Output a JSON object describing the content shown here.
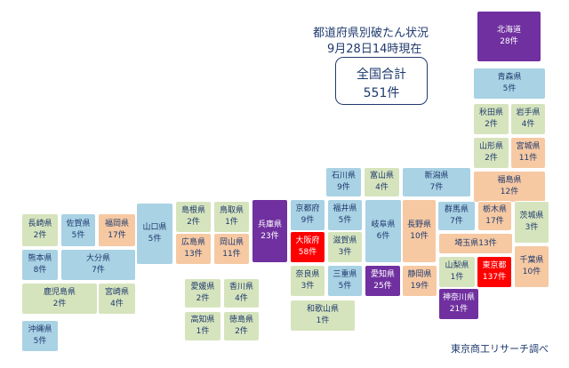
{
  "header": {
    "title_line1": "都道府県別破たん状況",
    "title_line2": "9月28日14時現在"
  },
  "total": {
    "label": "全国合計",
    "value": "551件"
  },
  "source": "東京商工リサーチ調べ",
  "colors": {
    "blue": "#a9d2e4",
    "green": "#d6e4bd",
    "orange": "#f6c9a3",
    "purple": "#7030a0",
    "red": "#ff0000"
  },
  "chart_data": {
    "type": "table",
    "unit": "件",
    "items": [
      {
        "name": "北海道",
        "count": 28,
        "label": "28件",
        "color": "purple"
      },
      {
        "name": "青森県",
        "count": 5,
        "label": "5件",
        "color": "blue"
      },
      {
        "name": "秋田県",
        "count": 2,
        "label": "2件",
        "color": "green"
      },
      {
        "name": "岩手県",
        "count": 4,
        "label": "4件",
        "color": "green"
      },
      {
        "name": "山形県",
        "count": 2,
        "label": "2件",
        "color": "green"
      },
      {
        "name": "宮城県",
        "count": 11,
        "label": "11件",
        "color": "orange"
      },
      {
        "name": "福島県",
        "count": 12,
        "label": "12件",
        "color": "orange"
      },
      {
        "name": "石川県",
        "count": 9,
        "label": "9件",
        "color": "blue"
      },
      {
        "name": "富山県",
        "count": 4,
        "label": "4件",
        "color": "green"
      },
      {
        "name": "新潟県",
        "count": 7,
        "label": "7件",
        "color": "blue"
      },
      {
        "name": "群馬県",
        "count": 7,
        "label": "7件",
        "color": "blue"
      },
      {
        "name": "栃木県",
        "count": 17,
        "label": "17件",
        "color": "orange"
      },
      {
        "name": "茨城県",
        "count": 3,
        "label": "3件",
        "color": "green"
      },
      {
        "name": "長崎県",
        "count": 2,
        "label": "2件",
        "color": "green"
      },
      {
        "name": "佐賀県",
        "count": 5,
        "label": "5件",
        "color": "blue"
      },
      {
        "name": "福岡県",
        "count": 17,
        "label": "17件",
        "color": "orange"
      },
      {
        "name": "山口県",
        "count": 5,
        "label": "5件",
        "color": "blue"
      },
      {
        "name": "島根県",
        "count": 2,
        "label": "2件",
        "color": "green"
      },
      {
        "name": "鳥取県",
        "count": 1,
        "label": "1件",
        "color": "green"
      },
      {
        "name": "兵庫県",
        "count": 23,
        "label": "23件",
        "color": "purple"
      },
      {
        "name": "京都府",
        "count": 9,
        "label": "9件",
        "color": "blue"
      },
      {
        "name": "福井県",
        "count": 5,
        "label": "5件",
        "color": "blue"
      },
      {
        "name": "岐阜県",
        "count": 6,
        "label": "6件",
        "color": "blue"
      },
      {
        "name": "長野県",
        "count": 10,
        "label": "10件",
        "color": "orange"
      },
      {
        "name": "埼玉県",
        "count": 13,
        "label": "埼玉県13件",
        "color": "orange"
      },
      {
        "name": "熊本県",
        "count": 8,
        "label": "8件",
        "color": "blue"
      },
      {
        "name": "大分県",
        "count": 7,
        "label": "7件",
        "color": "blue"
      },
      {
        "name": "広島県",
        "count": 13,
        "label": "13件",
        "color": "orange"
      },
      {
        "name": "岡山県",
        "count": 11,
        "label": "11件",
        "color": "orange"
      },
      {
        "name": "大阪府",
        "count": 58,
        "label": "58件",
        "color": "red"
      },
      {
        "name": "滋賀県",
        "count": 3,
        "label": "3件",
        "color": "green"
      },
      {
        "name": "山梨県",
        "count": 1,
        "label": "1件",
        "color": "green"
      },
      {
        "name": "東京都",
        "count": 137,
        "label": "137件",
        "color": "red"
      },
      {
        "name": "千葉県",
        "count": 10,
        "label": "10件",
        "color": "orange"
      },
      {
        "name": "鹿児島県",
        "count": 2,
        "label": "2件",
        "color": "green"
      },
      {
        "name": "宮崎県",
        "count": 4,
        "label": "4件",
        "color": "green"
      },
      {
        "name": "愛媛県",
        "count": 2,
        "label": "2件",
        "color": "green"
      },
      {
        "name": "香川県",
        "count": 4,
        "label": "4件",
        "color": "green"
      },
      {
        "name": "奈良県",
        "count": 3,
        "label": "3件",
        "color": "green"
      },
      {
        "name": "三重県",
        "count": 5,
        "label": "5件",
        "color": "blue"
      },
      {
        "name": "愛知県",
        "count": 25,
        "label": "25件",
        "color": "purple"
      },
      {
        "name": "静岡県",
        "count": 19,
        "label": "19件",
        "color": "orange"
      },
      {
        "name": "神奈川県",
        "count": 21,
        "label": "21件",
        "color": "purple"
      },
      {
        "name": "高知県",
        "count": 1,
        "label": "1件",
        "color": "green"
      },
      {
        "name": "徳島県",
        "count": 2,
        "label": "2件",
        "color": "green"
      },
      {
        "name": "和歌山県",
        "count": 1,
        "label": "1件",
        "color": "green"
      },
      {
        "name": "沖縄県",
        "count": 5,
        "label": "5件",
        "color": "blue"
      }
    ]
  }
}
